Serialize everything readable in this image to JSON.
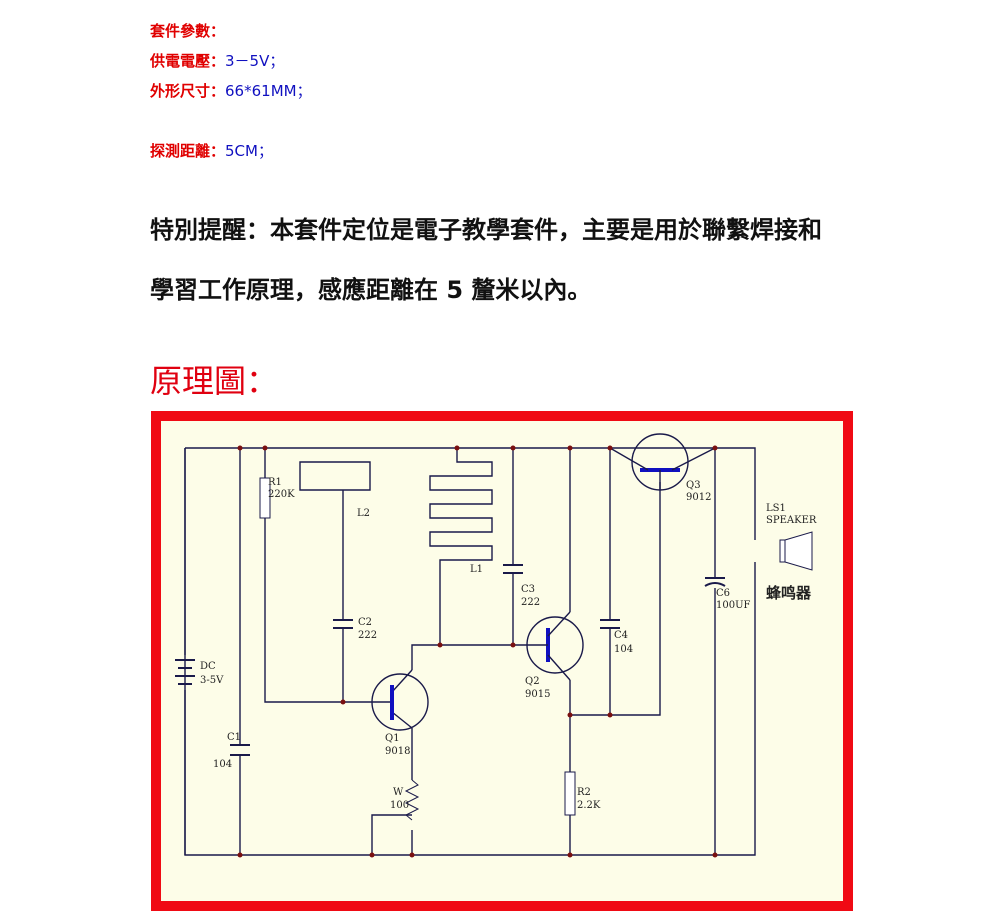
{
  "params": {
    "heading": "套件參數：",
    "items": [
      {
        "label": "供電電壓：",
        "value": "3－5V；"
      },
      {
        "label": "外形尺寸：",
        "value": "66*61MM；"
      },
      {
        "label": "探測距離：",
        "value": "5CM；"
      }
    ]
  },
  "notice": {
    "line1": "特別提醒：本套件定位是電子教學套件，主要是用於聯繫焊接和",
    "line2": "學習工作原理，感應距離在 5 釐米以內。"
  },
  "schematic": {
    "title": "原理圖：",
    "labels": {
      "r1": "R1",
      "r1v": "220K",
      "l2": "L2",
      "l1": "L1",
      "c2": "C2",
      "c2v": "222",
      "c3": "C3",
      "c3v": "222",
      "c4": "C4",
      "c4v": "104",
      "c6": "C6",
      "c6v": "100UF",
      "q1": "Q1",
      "q1v": "9018",
      "q2": "Q2",
      "q2v": "9015",
      "q3": "Q3",
      "q3v": "9012",
      "ls1": "LS1",
      "ls1v": "SPEAKER",
      "buzzer": "蜂鸣器",
      "dc": "DC",
      "dcv": "3-5V",
      "c1": "C1",
      "c1v": "104",
      "w": "W",
      "wv": "100",
      "r2": "R2",
      "r2v": "2.2K"
    },
    "colors": {
      "frame": "#f00a14",
      "background": "#fdfde8",
      "wire": "#1a1a4a",
      "node": "#7a1010",
      "arrow": "#1010c0"
    }
  }
}
